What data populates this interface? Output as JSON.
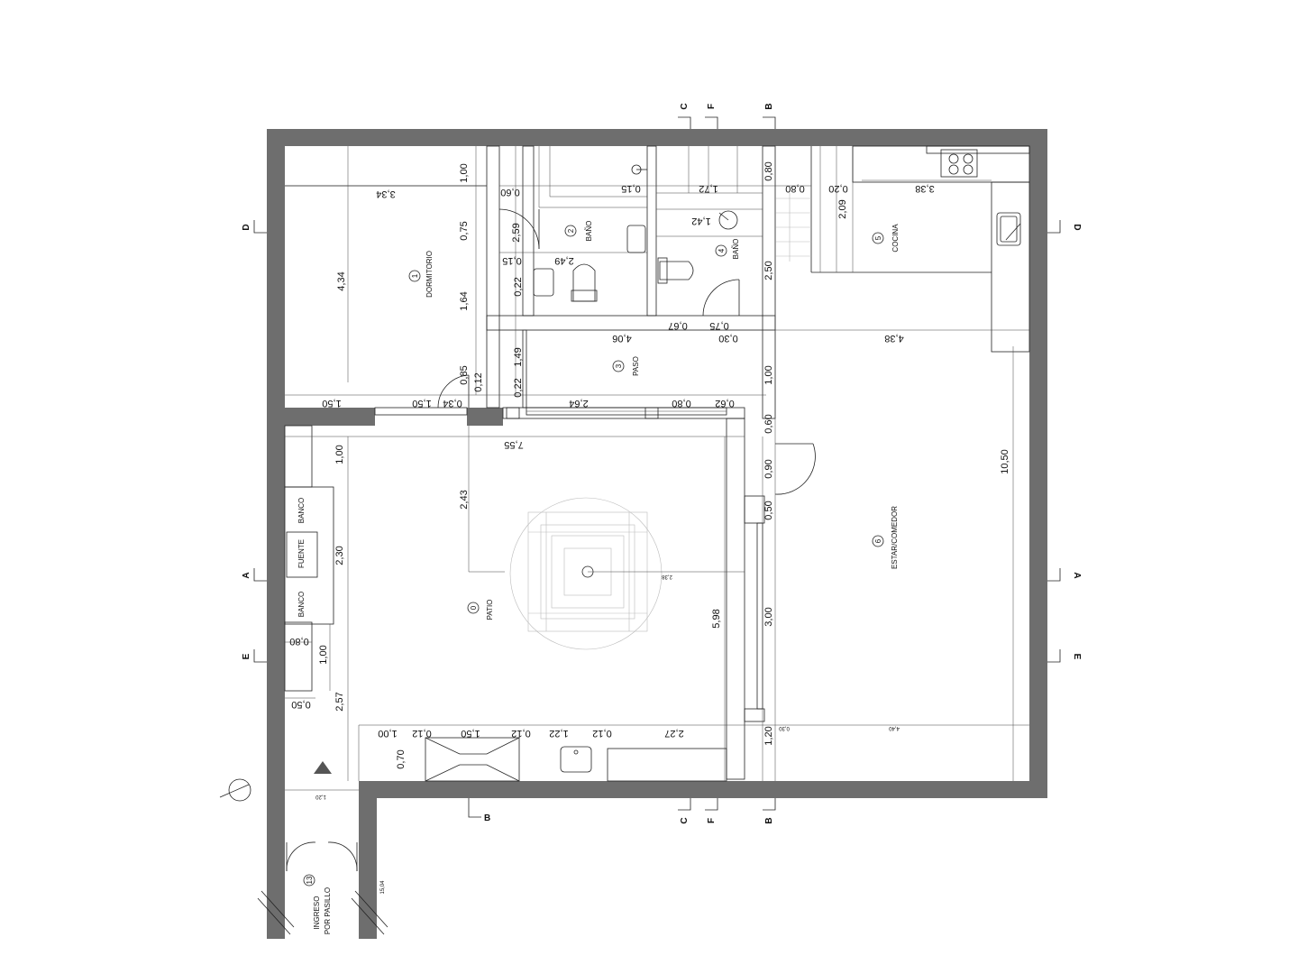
{
  "rooms": [
    {
      "number": "1",
      "name": "DORMITORIO"
    },
    {
      "number": "2",
      "name": "BAÑO"
    },
    {
      "number": "3",
      "name": "PASO"
    },
    {
      "number": "4",
      "name": "BAÑO"
    },
    {
      "number": "5",
      "name": "COCINA"
    },
    {
      "number": "6",
      "name": "ESTAR/COMEDOR"
    },
    {
      "number": "0",
      "name": "PATIO"
    },
    {
      "number": "13",
      "name": "INGRESO",
      "name2": "POR PASILLO"
    }
  ],
  "labels": {
    "banco": "BANCO",
    "fuente": "FUENTE"
  },
  "axes": {
    "c": "C",
    "f": "F",
    "b": "B",
    "d": "D",
    "a": "A",
    "e": "E"
  },
  "dimensions": {
    "d334": "3,34",
    "d100a": "1,00",
    "d060a": "0,60",
    "d015a": "0,15",
    "d172": "1,72",
    "d080a": "0,80",
    "d080b": "0,80",
    "d020": "0,20",
    "d338": "3,38",
    "d075a": "0,75",
    "d259": "2,59",
    "d142": "1,42",
    "d209": "2,09",
    "d434": "4,34",
    "d015b": "0,15",
    "d249": "2,49",
    "d022a": "0,22",
    "d164": "1,64",
    "d250": "2,50",
    "d067": "0,67",
    "d075b": "0,75",
    "d406": "4,06",
    "d030": "0,30",
    "d438": "4,38",
    "d085": "0,85",
    "d012": "0,12",
    "d149": "1,49",
    "d022b": "0,22",
    "d100b": "1,00",
    "d150a": "1,50",
    "d150b": "1,50",
    "d034": "0,34",
    "d264": "2,64",
    "d080c": "0,80",
    "d062": "0,62",
    "d060b": "0,60",
    "d100c": "1,00",
    "d755": "7,55",
    "d090": "0,90",
    "d1050": "10,50",
    "d243": "2,43",
    "d050a": "0,50",
    "d230": "2,30",
    "d238": "2,38",
    "d598": "5,98",
    "d300": "3,00",
    "d080d": "0,80",
    "d100d": "1,00",
    "d257": "2,57",
    "d050b": "0,50",
    "d100e": "1,00",
    "d012a": "0,12",
    "d150c": "1,50",
    "d012b": "0,12",
    "d122": "1,22",
    "d012c": "0,12",
    "d227": "2,27",
    "d120": "1,20",
    "d030b": "0,30",
    "d440": "4,40",
    "d070": "0,70",
    "d120b": "1,20",
    "d1504": "15,04"
  }
}
